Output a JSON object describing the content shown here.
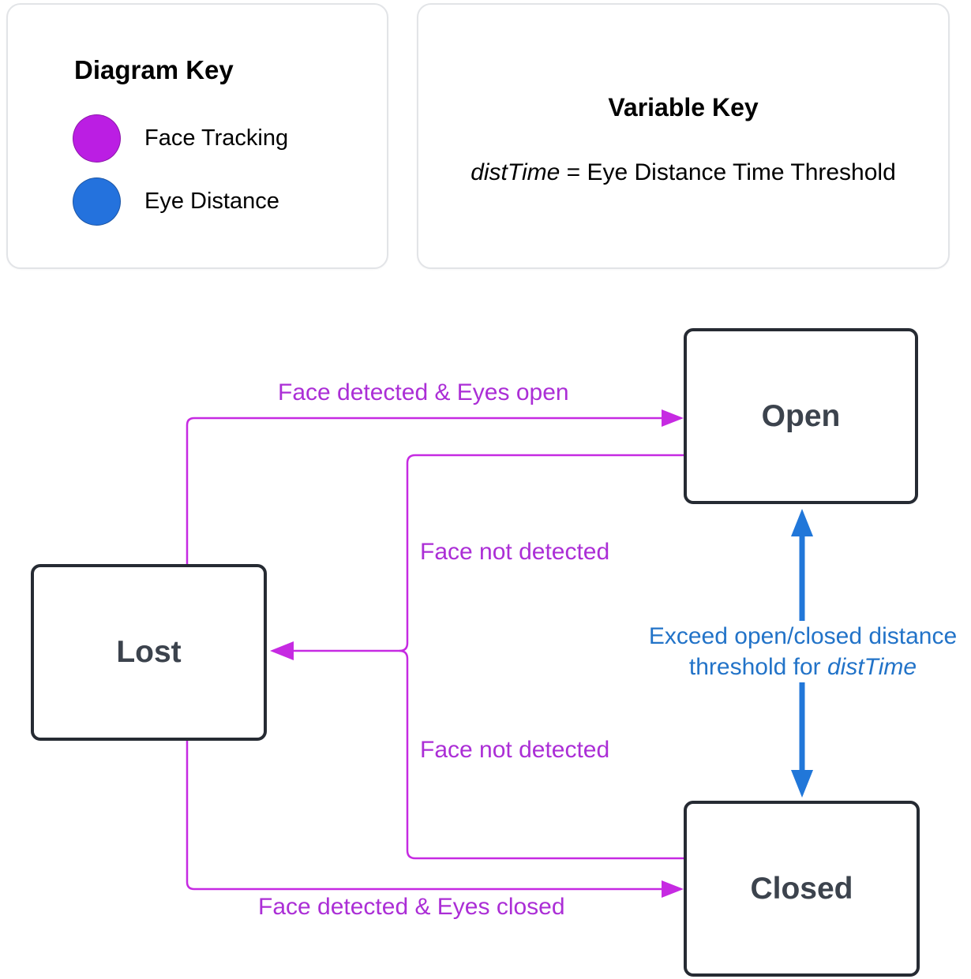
{
  "diagram_key": {
    "title": "Diagram Key",
    "items": [
      {
        "label": "Face Tracking",
        "color": "#bb1ee3"
      },
      {
        "label": "Eye Distance",
        "color": "#2472dd"
      }
    ]
  },
  "variable_key": {
    "title": "Variable Key",
    "term": "distTime",
    "definition": " = Eye Distance Time Threshold"
  },
  "states": {
    "open": "Open",
    "lost": "Lost",
    "closed": "Closed"
  },
  "edges": {
    "lost_to_open": {
      "label": "Face detected & Eyes open"
    },
    "open_to_lost": {
      "label": "Face not detected"
    },
    "closed_to_lost": {
      "label": "Face not detected"
    },
    "lost_to_closed": {
      "label": "Face detected & Eyes closed"
    },
    "open_closed": {
      "line1": "Exceed open/closed distance",
      "line2_prefix": "threshold for ",
      "line2_term": "distTime"
    }
  },
  "colors": {
    "face_tracking": "#c62ae2",
    "face_tracking_text": "#ab2ed6",
    "eye_distance": "#2177d9",
    "eye_distance_text": "#2273c8",
    "state_border": "#262b33",
    "state_text": "#3c434d"
  }
}
